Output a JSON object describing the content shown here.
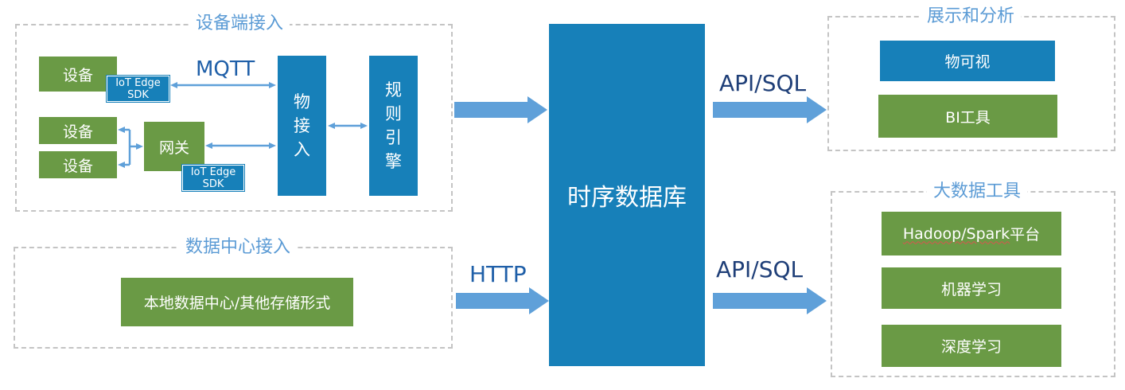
{
  "groups": {
    "device_access": "设备端接入",
    "datacenter_access": "数据中心接入",
    "display_analysis": "展示和分析",
    "bigdata_tools": "大数据工具"
  },
  "devices": {
    "device1": "设备",
    "device2": "设备",
    "device3": "设备",
    "gateway": "网关"
  },
  "sdk": {
    "line1": "IoT Edge",
    "line2": "SDK"
  },
  "protocols": {
    "mqtt": "MQTT",
    "http": "HTTP",
    "api_sql_top": "API/SQL",
    "api_sql_bottom": "API/SQL"
  },
  "iot_access": [
    "物",
    "接",
    "入"
  ],
  "rule_engine": [
    "规",
    "则",
    "引",
    "擎"
  ],
  "datacenter_box": "本地数据中心/其他存储形式",
  "tsdb": "时序数据库",
  "display": {
    "viz": "物可视",
    "bi": "BI工具"
  },
  "bigdata": {
    "hadoop_a": "Hadoop/Spark",
    "hadoop_b": "平台",
    "ml": "机器学习",
    "dl": "深度学习"
  },
  "colors": {
    "green": "#6a9a45",
    "blue": "#1780b9",
    "arrow": "#5fa0d9",
    "title": "#5b9bd5"
  }
}
